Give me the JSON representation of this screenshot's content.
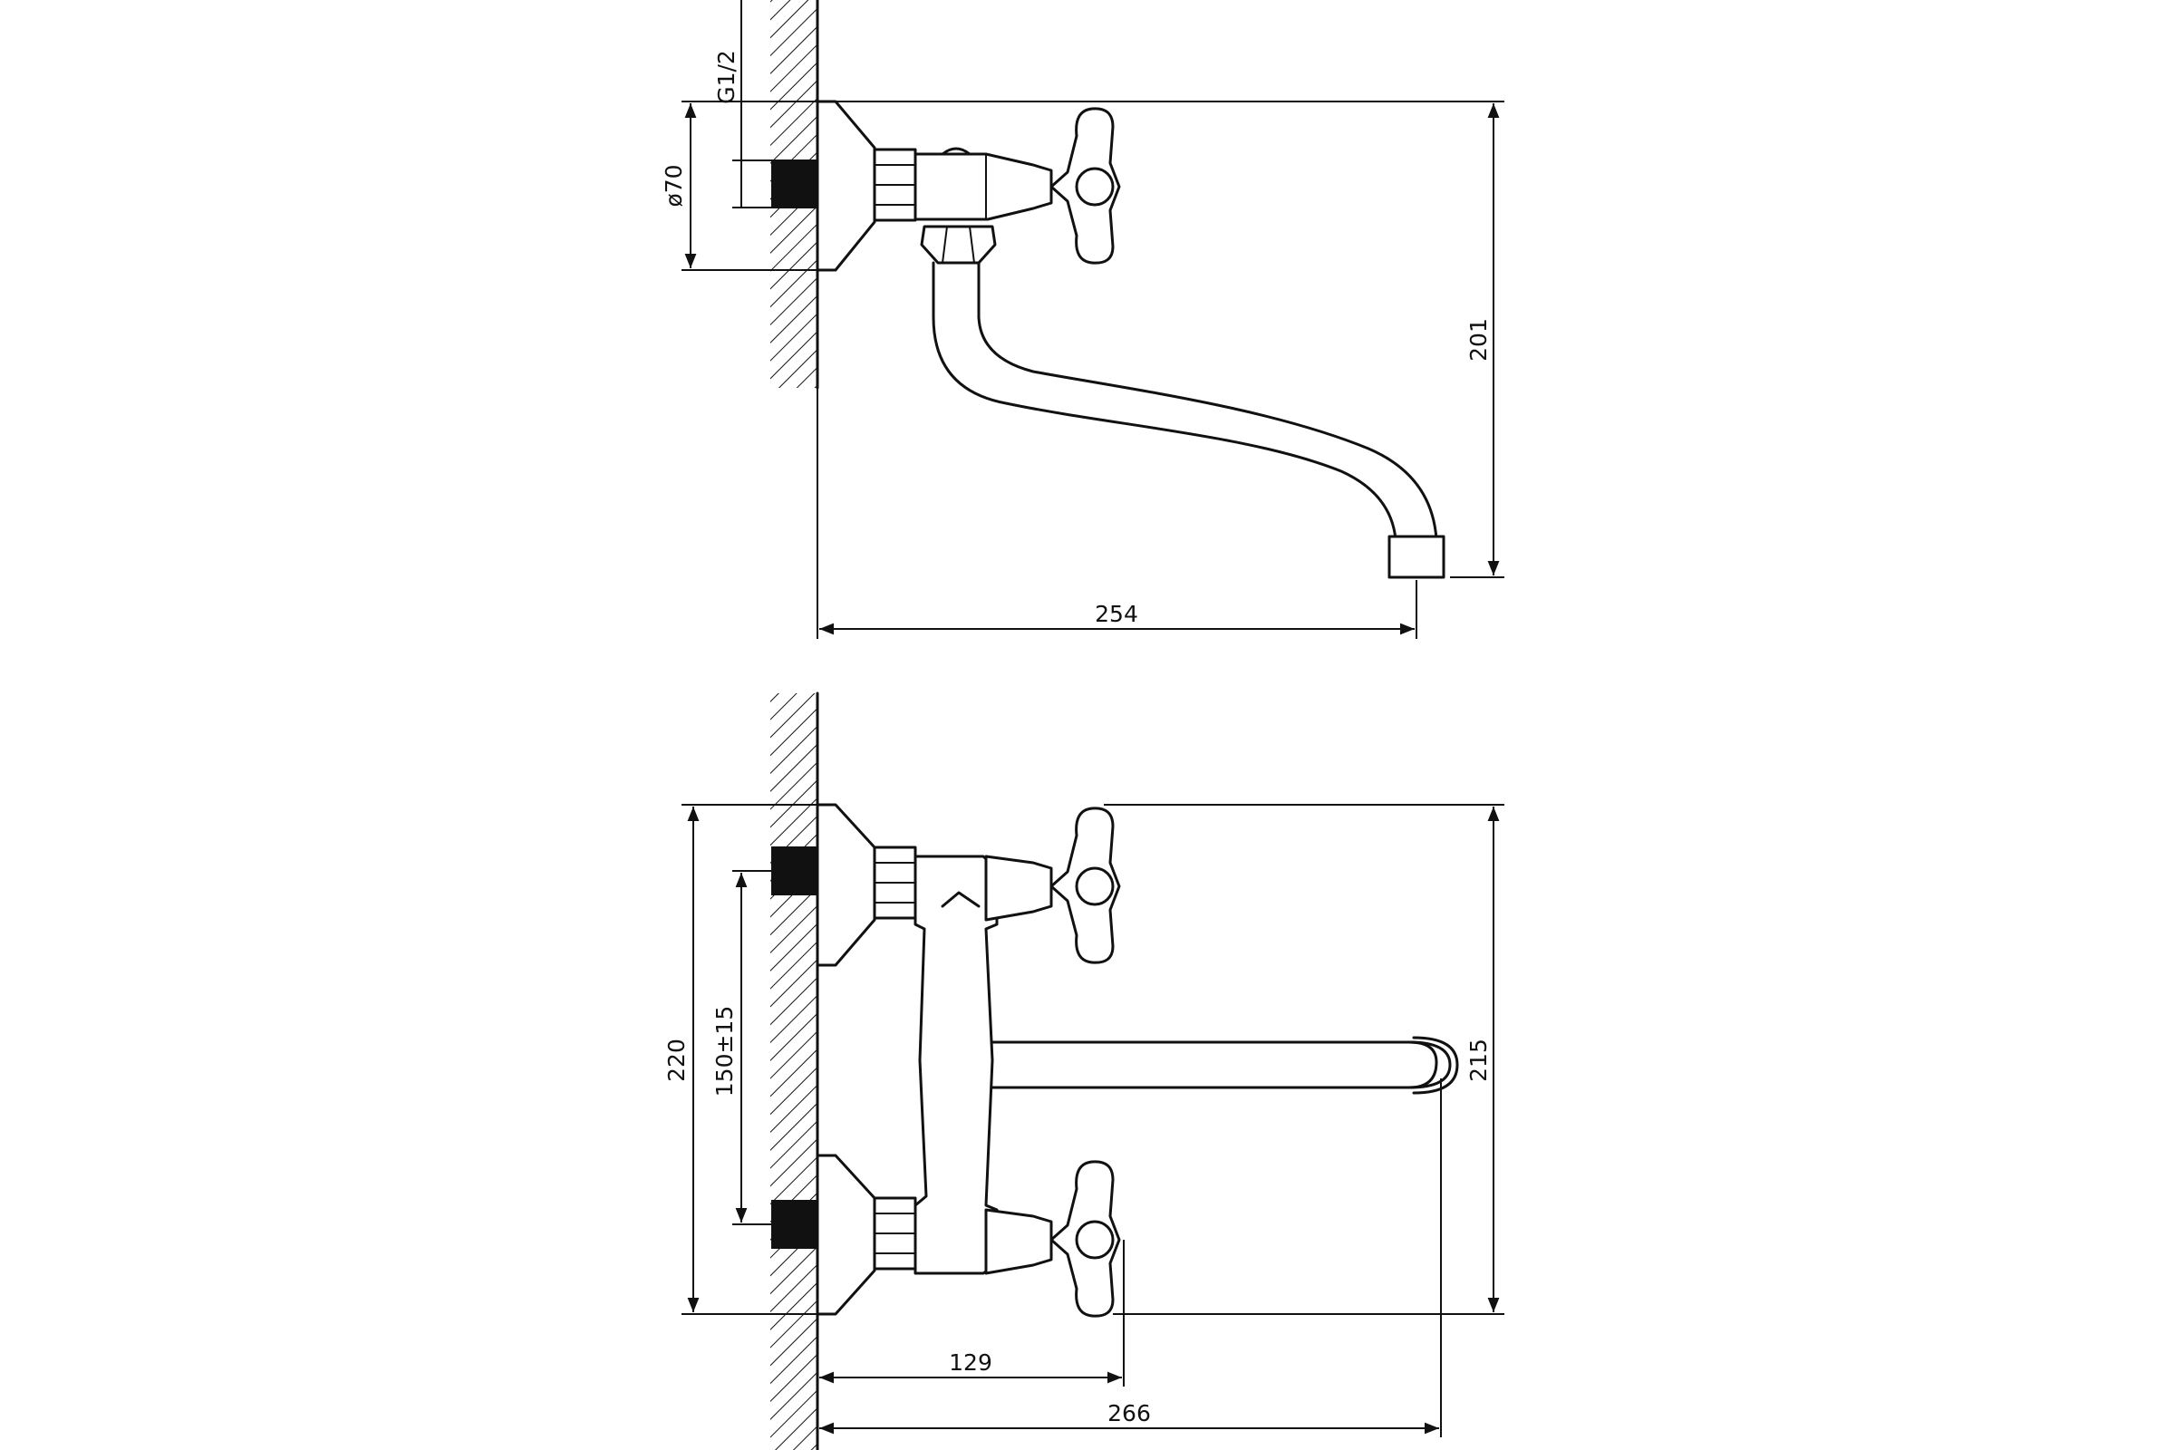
{
  "colors": {
    "line": "#111111",
    "background": "#ffffff"
  },
  "views": {
    "side": {
      "dimensions": {
        "thread": "G1/2",
        "flange_diameter": "ø70",
        "height": "201",
        "reach": "254"
      }
    },
    "front": {
      "dimensions": {
        "height": "220",
        "center_distance": "150±15",
        "spout_height": "215",
        "handle_offset": "129",
        "total_reach": "266"
      }
    }
  }
}
